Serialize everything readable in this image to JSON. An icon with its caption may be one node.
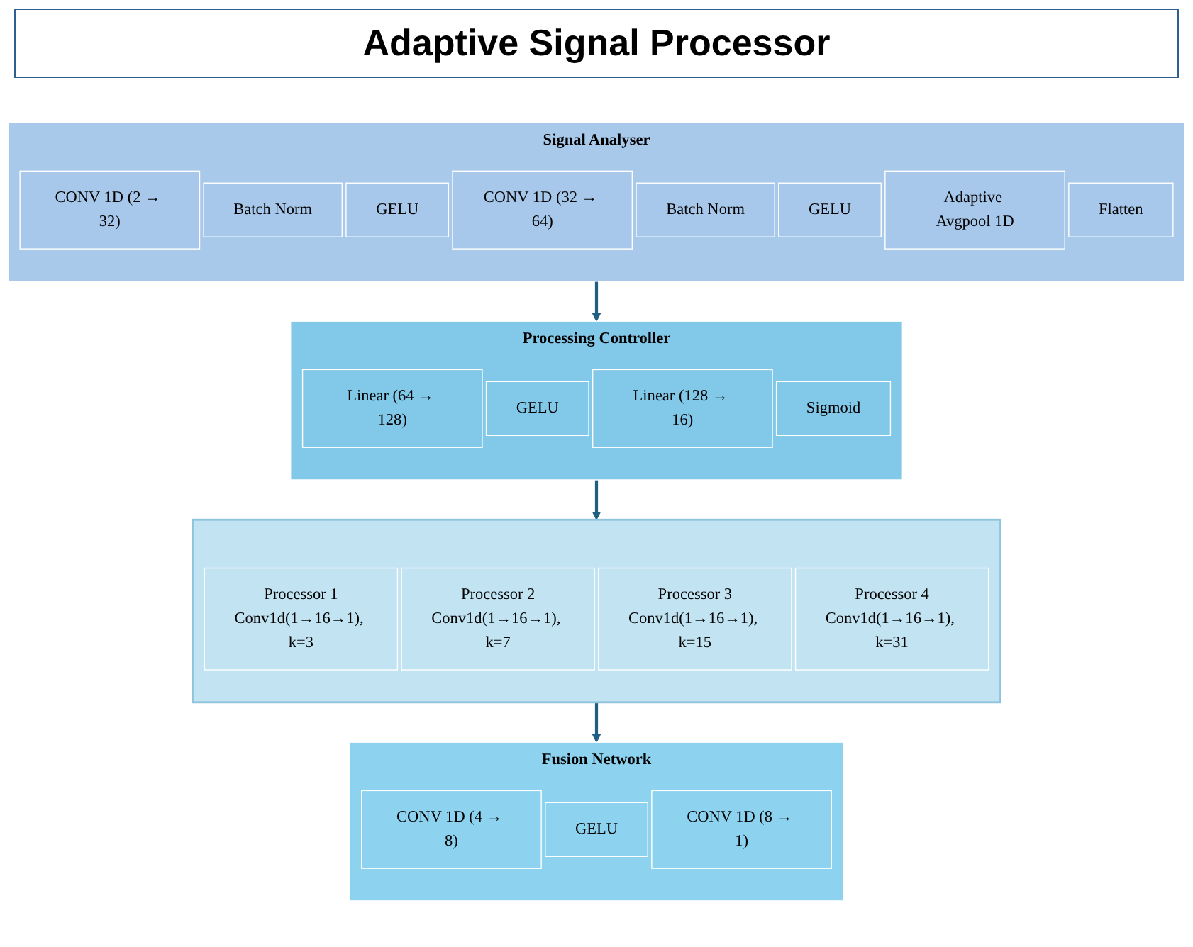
{
  "diagram": {
    "title": "Adaptive Signal Processor",
    "nodes": [
      {
        "text": [
          "Signal Analyser"
        ]
      },
      {
        "text": [
          "CONV 1D (2 → 32)"
        ],
        "in": 0
      },
      {
        "text": [
          "Batch Norm"
        ],
        "in": 0
      },
      {
        "text": [
          "GELU"
        ],
        "in": 0
      },
      {
        "text": [
          "CONV 1D (32 → 64)"
        ],
        "in": 0
      },
      {
        "text": [
          "Batch Norm"
        ],
        "in": 0
      },
      {
        "text": [
          "GELU"
        ],
        "in": 0
      },
      {
        "text": [
          "Adaptive Avgpool 1D"
        ],
        "in": 0
      },
      {
        "text": [
          "Flatten"
        ],
        "in": 0
      },
      {
        "text": [
          "Processing Controller"
        ]
      },
      {
        "text": [
          "Linear (64 → 128)"
        ],
        "in": 9
      },
      {
        "text": [
          "GELU"
        ],
        "in": 9
      },
      {
        "text": [
          "Linear (128 → 16)"
        ],
        "in": 9
      },
      {
        "text": [
          "Sigmoid"
        ],
        "in": 9
      },
      {
        "text": [],
        "shape": "box"
      },
      {
        "text": [
          "Processor 1",
          "Conv1d(1→16→1), k=3"
        ],
        "in": 14
      },
      {
        "text": [
          "Processor 2",
          "Conv1d(1→16→1), k=7"
        ],
        "in": 14
      },
      {
        "text": [
          "Processor 3",
          "Conv1d(1→16→1), k=15"
        ],
        "in": 14
      },
      {
        "text": [
          "Processor 4",
          "Conv1d(1→16→1), k=31"
        ],
        "in": 14
      },
      {
        "text": [
          "Fusion Network"
        ]
      },
      {
        "text": [
          "CONV 1D (4 → 8)"
        ],
        "in": 19
      },
      {
        "text": [
          "GELU"
        ],
        "in": 19
      },
      {
        "text": [
          "CONV 1D (8 → 1)"
        ],
        "in": 19
      }
    ],
    "edges": [
      {
        "from": 0,
        "to": 9,
        "arrow": "to"
      },
      {
        "from": 9,
        "to": 14,
        "arrow": "to"
      },
      {
        "from": 14,
        "to": 19,
        "arrow": "to"
      }
    ]
  }
}
